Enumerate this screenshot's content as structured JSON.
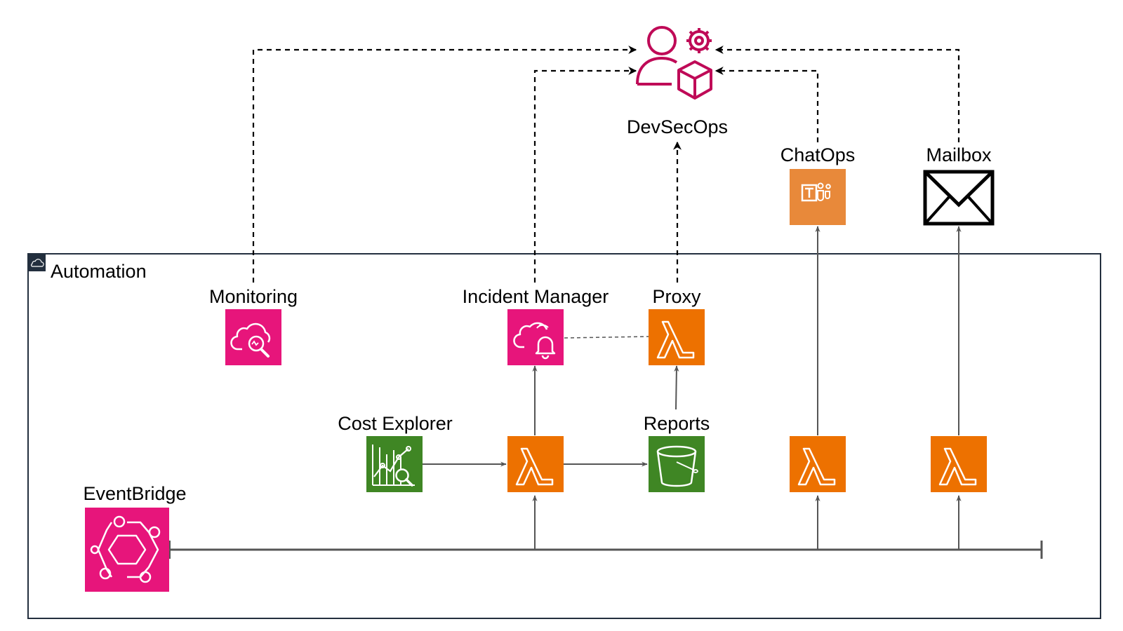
{
  "colors": {
    "pink": "#e7157b",
    "orange": "#ed7100",
    "green": "#3f8624",
    "devsecops": "#bf0a57",
    "teams": "#e8893a",
    "group_border": "#232f3e",
    "connector": "#555555",
    "dashed": "#000000"
  },
  "group": {
    "label": "Automation",
    "icon": "cloud-icon"
  },
  "nodes": {
    "devsecops": {
      "label": "DevSecOps",
      "icon": "devsecops-user-gear-icon"
    },
    "chatops": {
      "label": "ChatOps",
      "icon": "microsoft-teams-icon"
    },
    "mailbox": {
      "label": "Mailbox",
      "icon": "envelope-icon"
    },
    "monitoring": {
      "label": "Monitoring",
      "icon": "cloudwatch-icon"
    },
    "incident_manager": {
      "label": "Incident Manager",
      "icon": "incident-manager-icon"
    },
    "proxy": {
      "label": "Proxy",
      "icon": "lambda-icon"
    },
    "cost_explorer": {
      "label": "Cost Explorer",
      "icon": "cost-explorer-icon"
    },
    "reports": {
      "label": "Reports",
      "icon": "s3-bucket-icon"
    },
    "eventbridge": {
      "label": "EventBridge",
      "icon": "eventbridge-icon"
    },
    "lambda_main": {
      "label": "",
      "icon": "lambda-icon"
    },
    "lambda_chatops": {
      "label": "",
      "icon": "lambda-icon"
    },
    "lambda_mailbox": {
      "label": "",
      "icon": "lambda-icon"
    }
  }
}
